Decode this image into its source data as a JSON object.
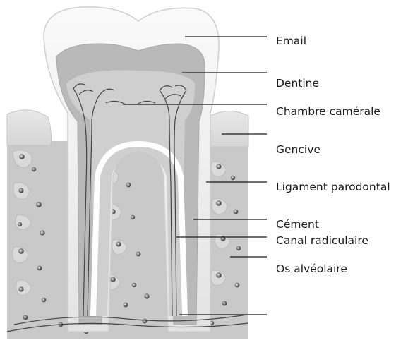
{
  "labels": [
    {
      "id": "email",
      "text": "Email"
    },
    {
      "id": "dentine",
      "text": "Dentine"
    },
    {
      "id": "chambre",
      "text": "Chambre camérale"
    },
    {
      "id": "gencive",
      "text": "Gencive"
    },
    {
      "id": "ligament",
      "text": "Ligament parodontal"
    },
    {
      "id": "cement",
      "text": "Cément"
    },
    {
      "id": "canal",
      "text": "Canal radiculaire"
    },
    {
      "id": "os",
      "text": "Os alvéolaire"
    },
    {
      "id": "vessel",
      "text": ""
    }
  ]
}
